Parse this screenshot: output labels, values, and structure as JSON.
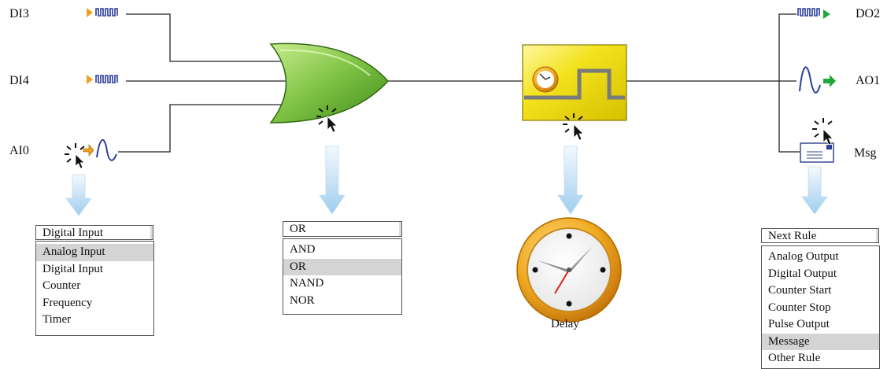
{
  "inputs": {
    "di3": "DI3",
    "di4": "DI4",
    "ai0": "AI0"
  },
  "outputs": {
    "do2": "DO2",
    "ao1": "AO1",
    "msg": "Msg"
  },
  "input_menu": {
    "current": "Digital Input",
    "options": [
      "Analog Input",
      "Digital Input",
      "Counter",
      "Frequency",
      "Timer"
    ],
    "selected_index": 0
  },
  "logic_menu": {
    "current": "OR",
    "options": [
      "AND",
      "OR",
      "NAND",
      "NOR"
    ],
    "selected_index": 1
  },
  "delay": {
    "label": "Delay"
  },
  "rule_menu": {
    "current": "Next Rule",
    "options": [
      "Analog Output",
      "Digital Output",
      "Counter Start",
      "Counter Stop",
      "Pulse Output",
      "Message",
      "Other Rule"
    ],
    "selected_index": 5
  },
  "colors": {
    "gate_green": "#7cc142",
    "delay_yellow": "#f2e21c",
    "pulse_blue": "#2c3e9a",
    "input_arrow": "#f0a020",
    "output_arrow": "#1fa83a",
    "arrow_blue": "#a8d2f0",
    "selected_bg": "#d4d4d4"
  },
  "icons": [
    "pulse-train-icon",
    "analog-wave-icon",
    "or-gate-icon",
    "delay-block-icon",
    "clock-icon",
    "message-icon",
    "click-cursor-icon",
    "down-arrow-icon"
  ]
}
